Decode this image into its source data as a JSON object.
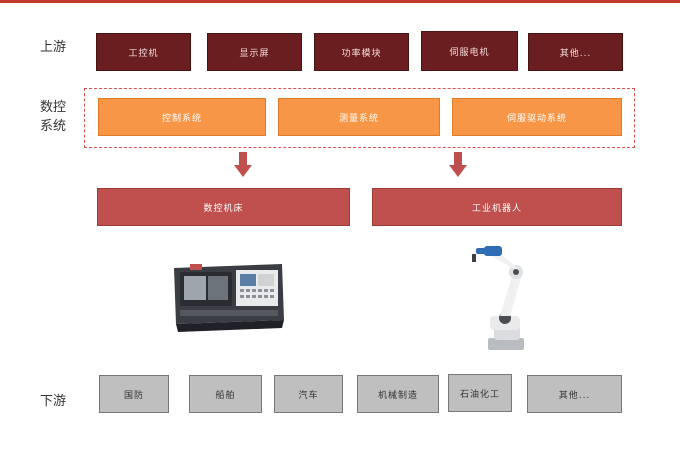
{
  "upstream": {
    "label": "上游",
    "items": [
      "工控机",
      "显示屏",
      "功率模块",
      "伺服电机",
      "其他..."
    ]
  },
  "nc": {
    "label_line1": "数控",
    "label_line2": "系统",
    "items": [
      "控制系统",
      "测量系统",
      "伺服驱动系统"
    ]
  },
  "midstream": {
    "items": [
      "数控机床",
      "工业机器人"
    ]
  },
  "downstream": {
    "label": "下游",
    "items": [
      "国防",
      "船舶",
      "汽车",
      "机械制造",
      "石油化工",
      "其他..."
    ]
  },
  "colors": {
    "upstream_box": "#6b1e1f",
    "system_box": "#f79646",
    "midstream_box": "#c0504d",
    "downstream_box": "#bfbfbf",
    "accent": "#c0392b"
  }
}
